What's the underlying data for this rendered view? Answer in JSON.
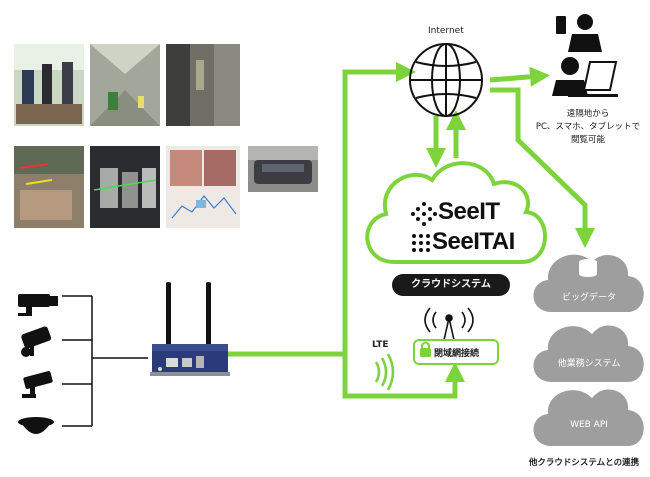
{
  "internet_label": "Internet",
  "remote_access_line1": "遠隔地から",
  "remote_access_line2": "PC、スマホ、タブレットで",
  "remote_access_line3": "閲覧可能",
  "seeit_label": "SeeIT",
  "seeit_ai_label": "SeeITAI",
  "cloud_system_label": "クラウドシステム",
  "lte_label": "LTE",
  "closed_network_label": "閉域網接続",
  "big_data_label": "ビッグデータ",
  "other_system_label": "他業務システム",
  "web_api_label": "WEB API",
  "cloud_integration_label": "他クラウドシステムとの連携",
  "colors": {
    "green": "#7dd33c",
    "gray_cloud": "#9e9e9e",
    "dark_badge": "#1a1a1a",
    "navy_device": "#2b3a78"
  }
}
